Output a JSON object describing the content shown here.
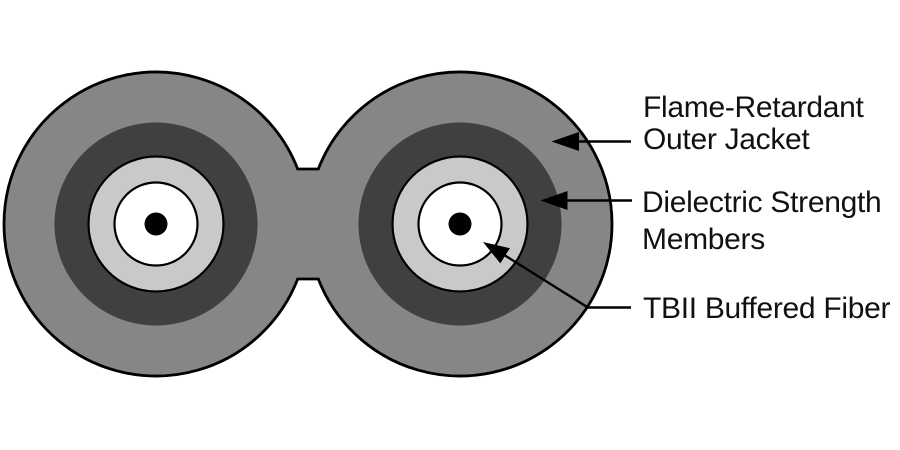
{
  "diagram": {
    "labels": {
      "outer_jacket": {
        "line1": "Flame-Retardant",
        "line2": "Outer Jacket"
      },
      "strength_members": {
        "line1": "Dielectric Strength",
        "line2": "Members"
      },
      "buffered_fiber": {
        "text": "TBII Buffered Fiber"
      }
    },
    "colors": {
      "outer_jacket": "#868686",
      "strength_members": "#404040",
      "buffer_ring": "#c9c9c9",
      "fiber": "#ffffff",
      "core": "#000000",
      "outline": "#000000",
      "arrow": "#000000",
      "text": "#111111",
      "background": "#ffffff"
    }
  }
}
